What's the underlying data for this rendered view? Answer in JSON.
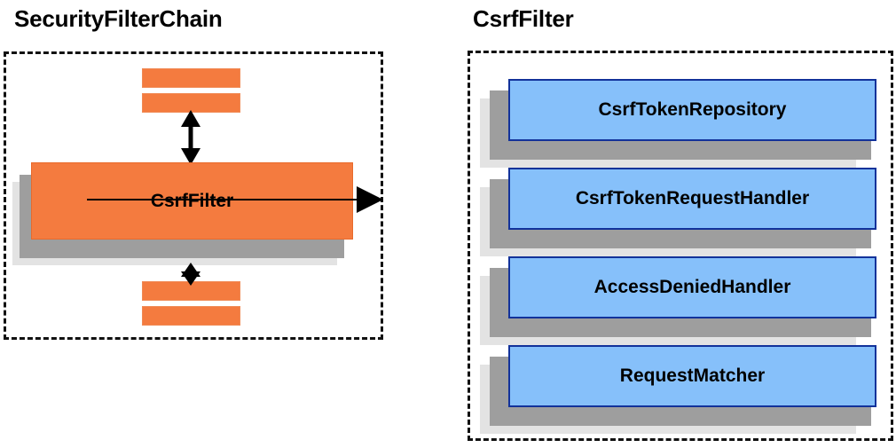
{
  "diagram": {
    "type": "architecture-diagram",
    "background_color": "#ffffff",
    "panels": [
      {
        "id": "securityfilterchain",
        "title": "SecurityFilterChain",
        "border_style": "dashed",
        "border_color": "#111111",
        "nodes": [
          {
            "id": "csrffilter",
            "label": "CsrfFilter",
            "fill": "#f47b3f",
            "shape": "shadow-box"
          }
        ],
        "partial_bars": {
          "fill": "#f47b3f",
          "count_above": 2,
          "count_below": 2
        }
      },
      {
        "id": "csrffilter-detail",
        "title": "CsrfFilter",
        "border_style": "dashed",
        "border_color": "#111111",
        "nodes": [
          {
            "id": "csrftokenrepository",
            "label": "CsrfTokenRepository",
            "fill": "#86c0fa",
            "border": "#12329a"
          },
          {
            "id": "csrftokenrequesthandler",
            "label": "CsrfTokenRequestHandler",
            "fill": "#86c0fa",
            "border": "#12329a"
          },
          {
            "id": "accessdeniedhandler",
            "label": "AccessDeniedHandler",
            "fill": "#86c0fa",
            "border": "#12329a"
          },
          {
            "id": "requestmatcher",
            "label": "RequestMatcher",
            "fill": "#86c0fa",
            "border": "#12329a"
          }
        ]
      }
    ],
    "connectors": [
      {
        "id": "filter-chain-up",
        "kind": "double-arrow",
        "orientation": "vertical",
        "from": "csrffilter",
        "to": "filters-above"
      },
      {
        "id": "filter-chain-down",
        "kind": "double-arrow",
        "orientation": "vertical",
        "from": "csrffilter",
        "to": "filters-below"
      },
      {
        "id": "expand-link",
        "kind": "single-arrow",
        "orientation": "horizontal",
        "from": "securityfilterchain",
        "to": "csrffilter-detail"
      }
    ],
    "colors": {
      "orange_fill": "#f47b3f",
      "orange_border": "#e86a2c",
      "blue_fill": "#86c0fa",
      "blue_border": "#12329a",
      "shadow_near": "#9e9e9e",
      "shadow_far": "#e3e3e3",
      "stroke": "#000000"
    }
  }
}
